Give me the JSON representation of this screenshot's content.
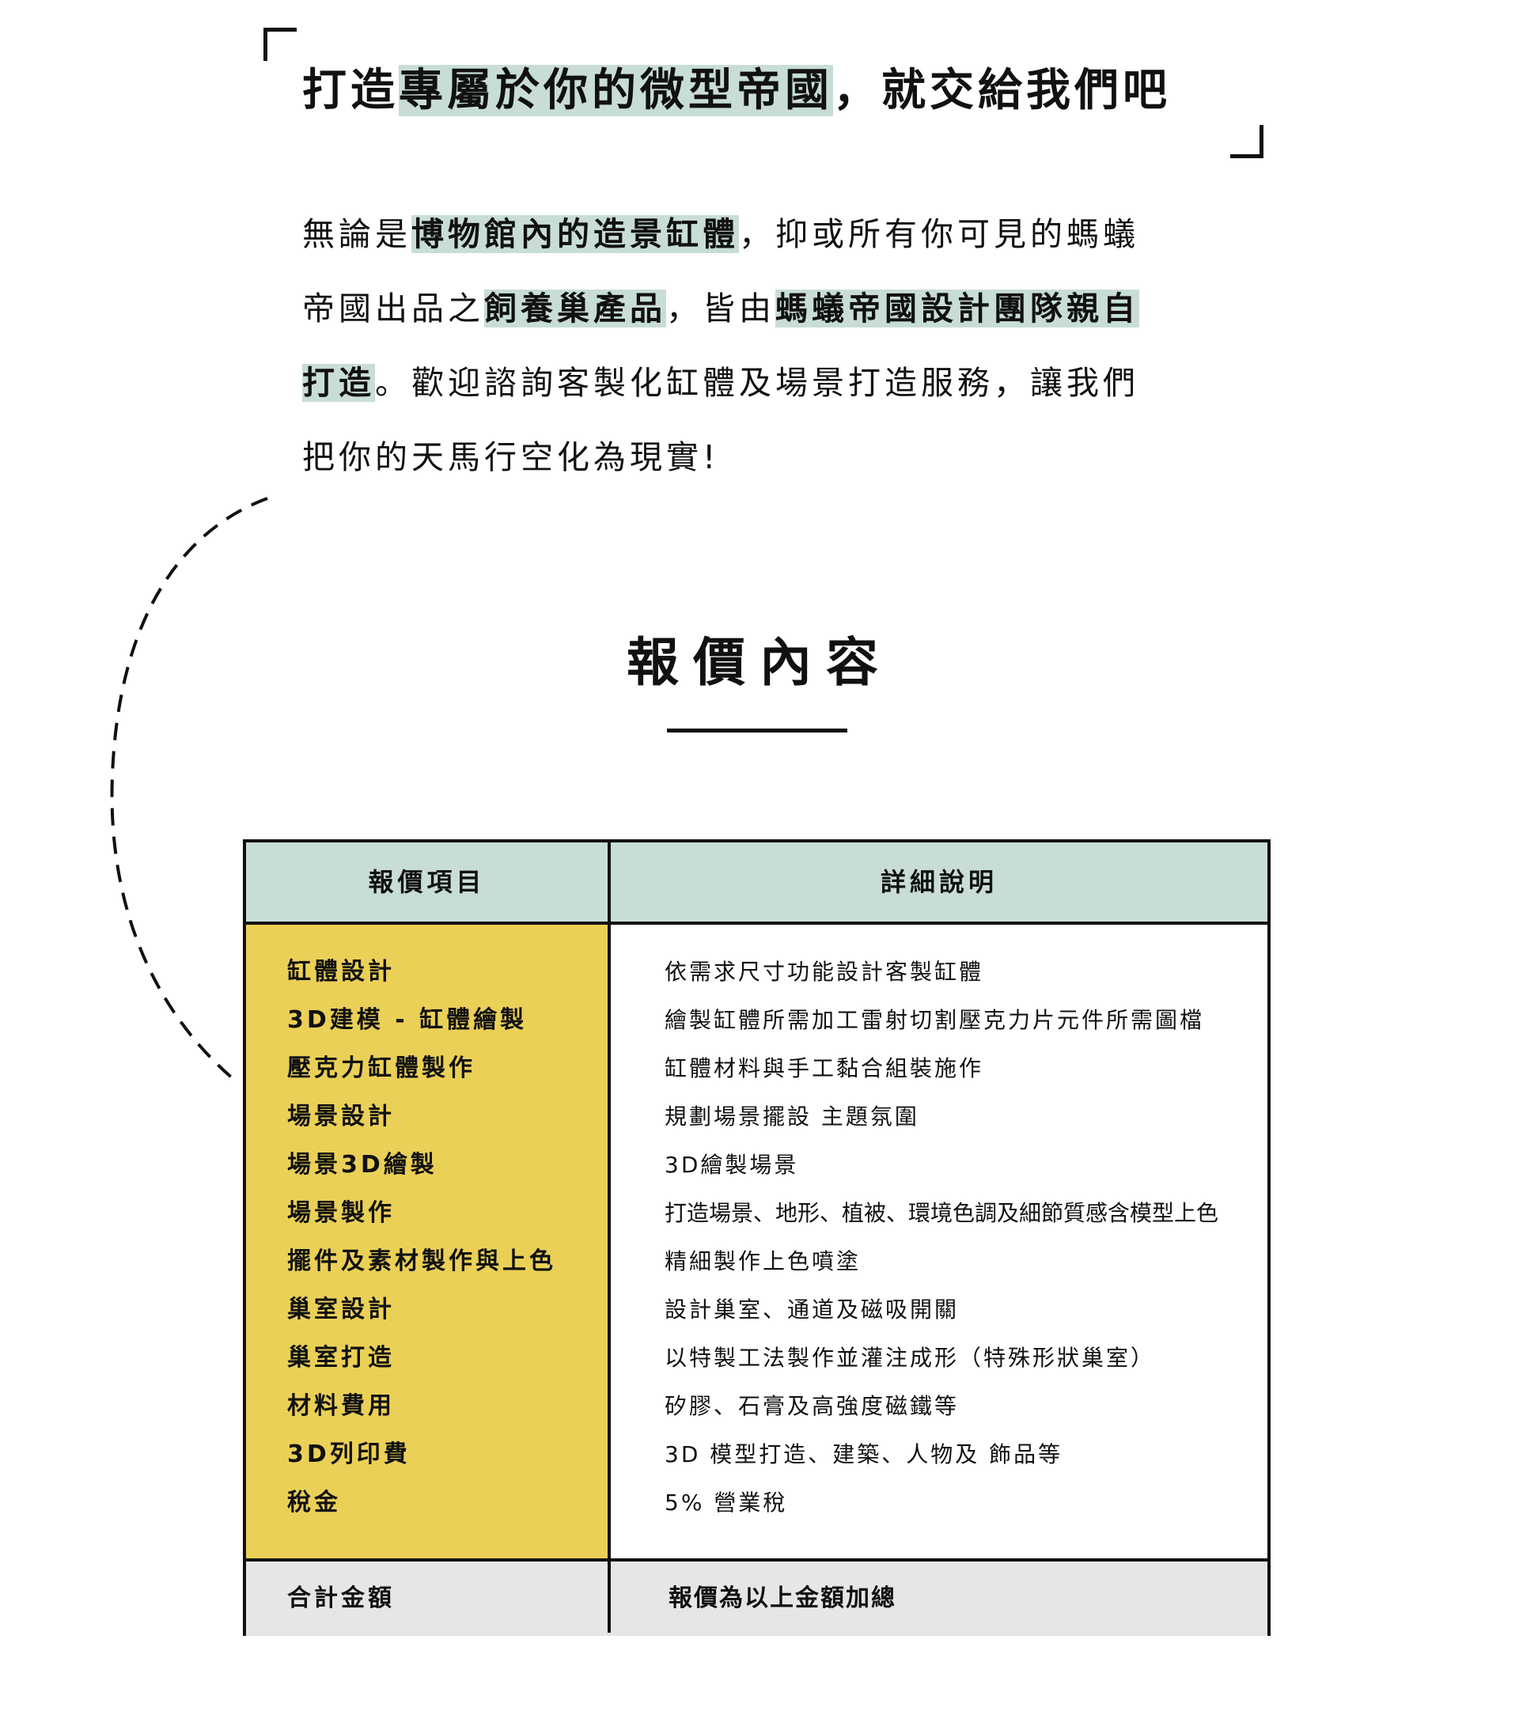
{
  "headline": {
    "before": "打造",
    "highlight": "專屬於你的微型帝國",
    "after": "，就交給我們吧"
  },
  "intro": {
    "l1_a": "無論是",
    "l1_b": "博物館內的造景缸體",
    "l1_c": "，抑或所有你可見的螞蟻",
    "l2_a": "帝國出品之",
    "l2_b": "飼養巢產品",
    "l2_c": "，皆由",
    "l2_d": "螞蟻帝國設計團隊親自",
    "l3_a": "打造",
    "l3_b": "。歡迎諮詢客製化缸體及場景打造服務，讓我們",
    "l4": "把你的天馬行空化為現實!"
  },
  "section_title": "報價內容",
  "table": {
    "header_item": "報價項目",
    "header_desc": "詳細說明",
    "rows": [
      {
        "item": "缸體設計",
        "desc": "依需求尺寸功能設計客製缸體"
      },
      {
        "item": "3D建模 - 缸體繪製",
        "desc": "繪製缸體所需加工雷射切割壓克力片元件所需圖檔"
      },
      {
        "item": "壓克力缸體製作",
        "desc": "缸體材料與手工黏合組裝施作"
      },
      {
        "item": "場景設計",
        "desc": "規劃場景擺設 主題氛圍"
      },
      {
        "item": "場景3D繪製",
        "desc": "3D繪製場景"
      },
      {
        "item": "場景製作",
        "desc": "打造場景、地形、植被、環境色調及細節質感含模型上色"
      },
      {
        "item": "擺件及素材製作與上色",
        "desc": "精細製作上色噴塗"
      },
      {
        "item": "巢室設計",
        "desc": "設計巢室、通道及磁吸開關"
      },
      {
        "item": "巢室打造",
        "desc": "以特製工法製作並灌注成形（特殊形狀巢室）"
      },
      {
        "item": "材料費用",
        "desc": "矽膠、石膏及高強度磁鐵等"
      },
      {
        "item": "3D列印費",
        "desc": "3D 模型打造、建築、人物及 飾品等"
      },
      {
        "item": "稅金",
        "desc": "5% 營業稅"
      }
    ],
    "footer_item": "合計金額",
    "footer_desc": "報價為以上金額加總"
  },
  "colors": {
    "highlight": "#c8ddd6",
    "header_bg": "#c8ddd6",
    "item_column_bg": "#ebd057",
    "footer_bg": "#e6e6e6",
    "ink": "#111111"
  }
}
